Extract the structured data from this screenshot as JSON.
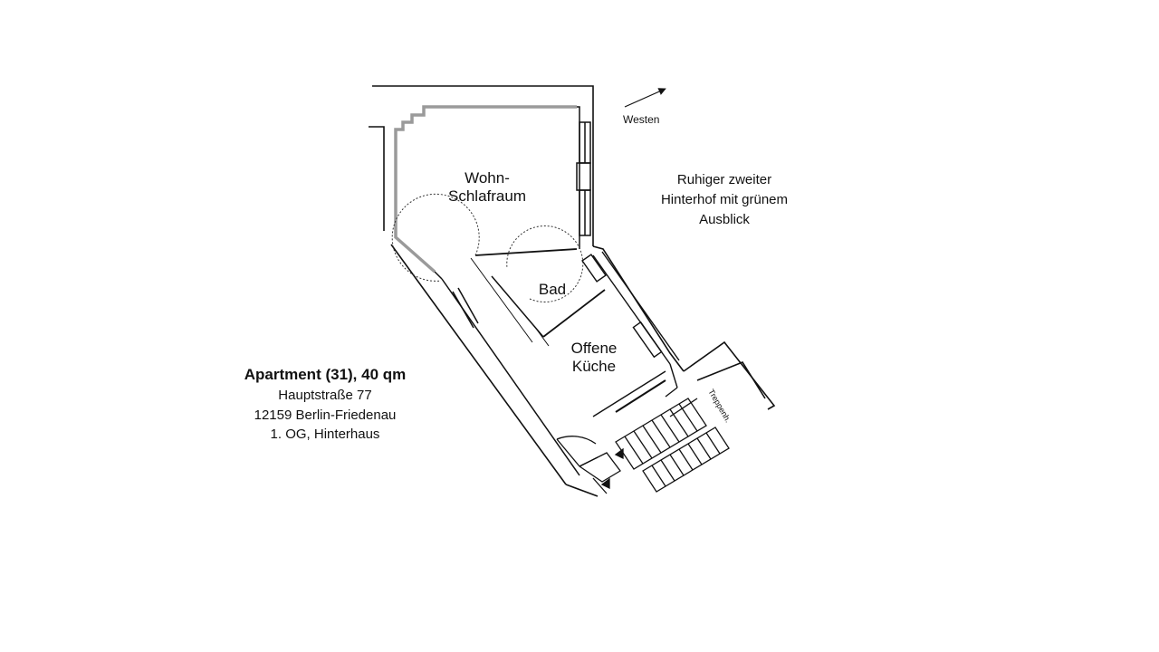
{
  "rooms": {
    "living_line1": "Wohn-",
    "living_line2": "Schlafraum",
    "bath": "Bad",
    "kitchen_line1": "Offene",
    "kitchen_line2": "Küche"
  },
  "compass": {
    "label": "Westen"
  },
  "courtyard": {
    "line1": "Ruhiger zweiter",
    "line2": "Hinterhof mit grünem",
    "line3": "Ausblick"
  },
  "stairs_label": "Treppenh.",
  "address": {
    "title": "Apartment (31), 40 qm",
    "street": "Hauptstraße 77",
    "city": "12159 Berlin-Friedenau",
    "floor": "1. OG, Hinterhaus"
  },
  "colors": {
    "line": "#111111",
    "wall_gray": "#9a9a9a",
    "background": "#ffffff"
  }
}
